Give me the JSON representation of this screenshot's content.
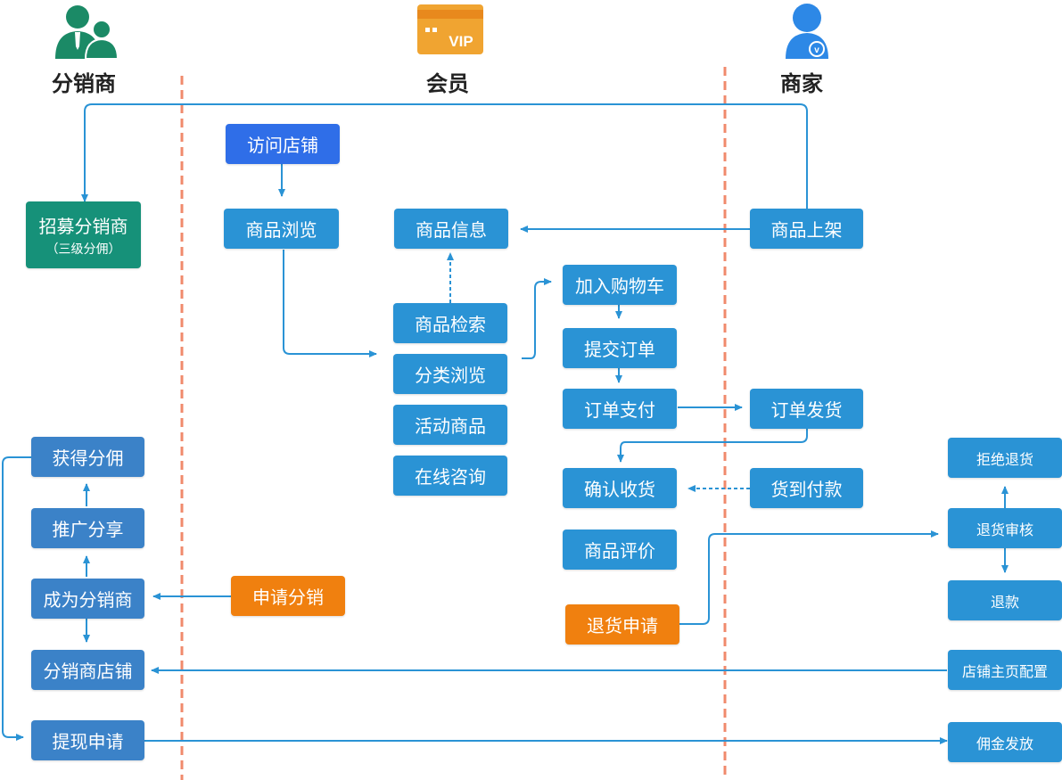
{
  "lanes": {
    "distributor": "分销商",
    "member": "会员",
    "merchant": "商家"
  },
  "vip_icon_text": "VIP",
  "merchant_icon_text": "v",
  "nodes": {
    "recruit": "招募分销商",
    "recruit_sub": "（三级分佣）",
    "visit_store": "访问店铺",
    "browse": "商品浏览",
    "product_info": "商品信息",
    "listing": "商品上架",
    "search": "商品检索",
    "category": "分类浏览",
    "promo": "活动商品",
    "consult": "在线咨询",
    "add_cart": "加入购物车",
    "submit_order": "提交订单",
    "pay": "订单支付",
    "ship": "订单发货",
    "confirm": "确认收货",
    "cod": "货到付款",
    "review": "商品评价",
    "return_apply": "退货申请",
    "get_commission": "获得分佣",
    "share": "推广分享",
    "become": "成为分销商",
    "apply_dist": "申请分销",
    "dist_store": "分销商店铺",
    "withdraw": "提现申请",
    "reject_return": "拒绝退货",
    "return_review": "退货审核",
    "refund": "退款",
    "store_config": "店铺主页配置",
    "commission_pay": "佣金发放"
  }
}
